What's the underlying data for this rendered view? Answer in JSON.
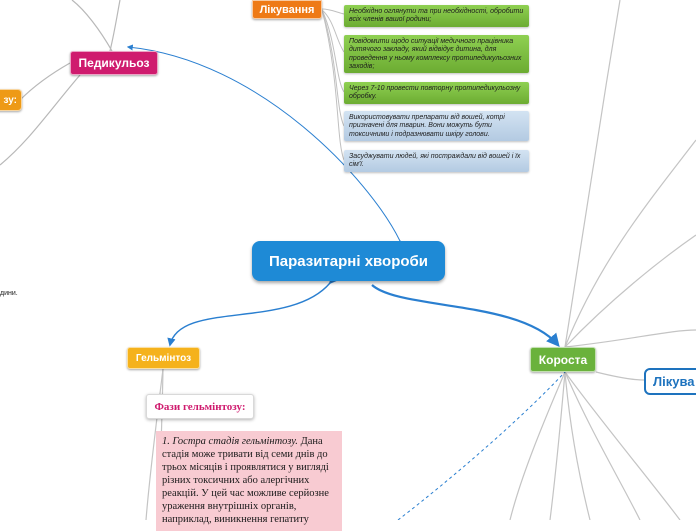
{
  "central": {
    "label": "Паразитарні хвороби"
  },
  "branches": {
    "pedykuloz": "Педикульоз",
    "likuvannia_top": "Лікування",
    "gelmintoz": "Гельмінтоз",
    "korosta": "Короста",
    "likuvannia_right": "Лікува",
    "left_partial": "зу:"
  },
  "cards": [
    {
      "text": "Необхідно оглянути та при необхідності, обробити всіх членів вашої родини;",
      "color": "green"
    },
    {
      "text": "Повідомити щодо ситуації медичного працівника дитячого закладу, який відвідує дитина, для проведення у ньому комплексу протипедикульозних заходів;",
      "color": "green"
    },
    {
      "text": "Через 7-10 провести повторну протипедикульозну обробку.",
      "color": "green"
    },
    {
      "text": "Використовувати препарати від вошей, котрі призначені для тварин. Вони можуть бути токсичними і подразнювати шкіру голови.",
      "color": "blue"
    },
    {
      "text": "Засуджувати людей, які постраждали від вошей і їх сім'ї.",
      "color": "blue"
    }
  ],
  "gelmintoz_detail": {
    "phase_title": "Фази гельмінтозу:",
    "lead": "1. Гостра стадія гельмінтозу.",
    "body": "Дана стадія може тривати від семи днів до трьох місяців і проявлятися у вигляді різних токсичних або алергічних реакцій. У цей час можливе серйозне ураження внутрішніх органів, наприклад, виникнення гепатиту"
  },
  "left_fragment": "дини.",
  "colors": {
    "central": "#1e8ad6",
    "pedykuloz": "#cf1b6e",
    "likuvannia": "#ee7a16",
    "gelmintoz": "#f5b21c",
    "korosta": "#6ab23c",
    "note": "#f8cbd2"
  }
}
